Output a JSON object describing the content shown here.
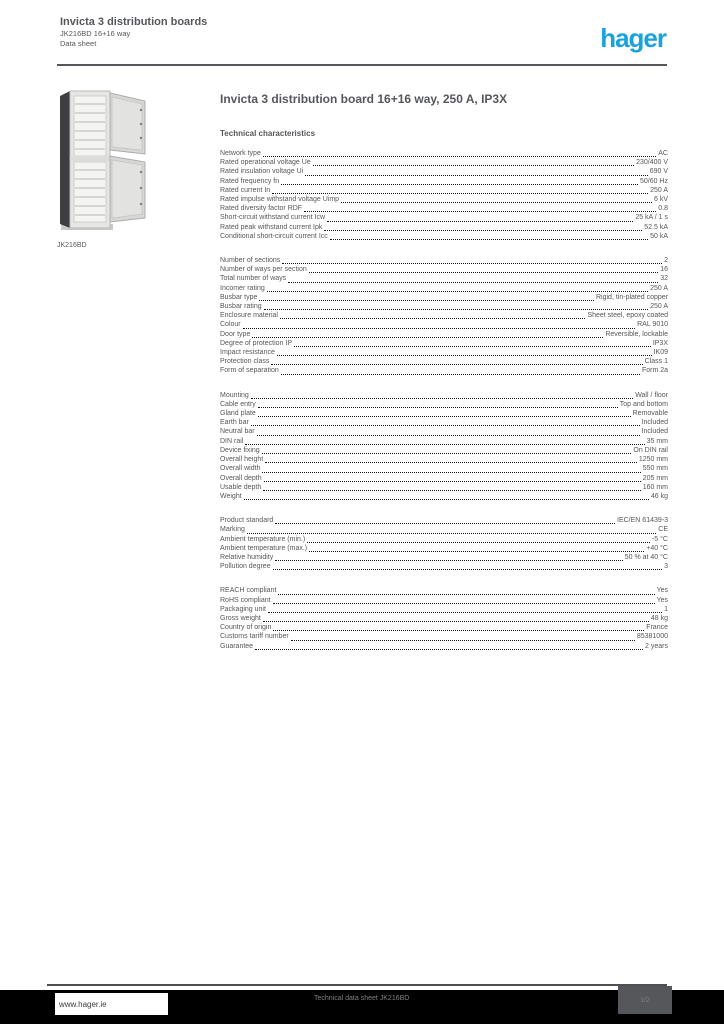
{
  "header": {
    "line1": "Invicta 3 distribution boards",
    "line2": "JK216BD 16+16 way",
    "line3": "Data sheet",
    "brand": "hager",
    "brand_color": "#19a3dd"
  },
  "product_image": {
    "caption": "JK216BD",
    "description": "two-door steel distribution board, doors open"
  },
  "main": {
    "title": "Invicta 3 distribution board 16+16 way, 250 A, IP3X",
    "section_header": "Technical characteristics"
  },
  "spec_sections": [
    {
      "rows": [
        {
          "label": "Network type",
          "value": "AC"
        },
        {
          "label": "Rated operational voltage Ue",
          "value": "230/400 V"
        },
        {
          "label": "Rated insulation voltage Ui",
          "value": "690 V"
        },
        {
          "label": "Rated frequency fn",
          "value": "50/60 Hz"
        },
        {
          "label": "Rated current In",
          "value": "250 A"
        },
        {
          "label": "Rated impulse withstand voltage Uimp",
          "value": "6 kV"
        },
        {
          "label": "Rated diversity factor RDF",
          "value": "0.8"
        },
        {
          "label": "Short-circuit withstand current Icw",
          "value": "25 kA / 1 s"
        },
        {
          "label": "Rated peak withstand current Ipk",
          "value": "52.5 kA"
        },
        {
          "label": "Conditional short-circuit current Icc",
          "value": "50 kA"
        }
      ]
    },
    {
      "rows": [
        {
          "label": "Number of sections",
          "value": "2"
        },
        {
          "label": "Number of ways per section",
          "value": "16"
        },
        {
          "label": "Total number of ways",
          "value": "32"
        },
        {
          "label": "Incomer rating",
          "value": "250 A"
        },
        {
          "label": "Busbar type",
          "value": "Rigid, tin-plated copper"
        },
        {
          "label": "Busbar rating",
          "value": "250 A"
        },
        {
          "label": "Enclosure material",
          "value": "Sheet steel, epoxy coated"
        },
        {
          "label": "Colour",
          "value": "RAL 9010"
        },
        {
          "label": "Door type",
          "value": "Reversible, lockable"
        },
        {
          "label": "Degree of protection IP",
          "value": "IP3X"
        },
        {
          "label": "Impact resistance",
          "value": "IK09"
        },
        {
          "label": "Protection class",
          "value": "Class 1"
        },
        {
          "label": "Form of separation",
          "value": "Form 2a"
        }
      ]
    },
    {
      "rows": [
        {
          "label": "Mounting",
          "value": "Wall / floor"
        },
        {
          "label": "Cable entry",
          "value": "Top and bottom"
        },
        {
          "label": "Gland plate",
          "value": "Removable"
        },
        {
          "label": "Earth bar",
          "value": "Included"
        },
        {
          "label": "Neutral bar",
          "value": "Included"
        },
        {
          "label": "DIN rail",
          "value": "35 mm"
        },
        {
          "label": "Device fixing",
          "value": "On DIN rail"
        },
        {
          "label": "Overall height",
          "value": "1250 mm"
        },
        {
          "label": "Overall width",
          "value": "550 mm"
        },
        {
          "label": "Overall depth",
          "value": "205 mm"
        },
        {
          "label": "Usable depth",
          "value": "160 mm"
        },
        {
          "label": "Weight",
          "value": "46 kg"
        }
      ]
    },
    {
      "rows": [
        {
          "label": "Product standard",
          "value": "IEC/EN 61439-3"
        },
        {
          "label": "Marking",
          "value": "CE"
        },
        {
          "label": "Ambient temperature (min.)",
          "value": "-5 °C"
        },
        {
          "label": "Ambient temperature (max.)",
          "value": "+40 °C"
        },
        {
          "label": "Relative humidity",
          "value": "50 % at 40 °C"
        },
        {
          "label": "Pollution degree",
          "value": "3"
        }
      ]
    },
    {
      "rows": [
        {
          "label": "REACH compliant",
          "value": "Yes"
        },
        {
          "label": "RoHS compliant",
          "value": "Yes"
        },
        {
          "label": "Packaging unit",
          "value": "1"
        },
        {
          "label": "Gross weight",
          "value": "48 kg"
        },
        {
          "label": "Country of origin",
          "value": "France"
        },
        {
          "label": "Customs tariff number",
          "value": "85381000"
        },
        {
          "label": "Guarantee",
          "value": "2 years"
        }
      ]
    }
  ],
  "footer": {
    "url": "www.hager.ie",
    "center_text": "Technical data sheet JK216BD",
    "page_label": "1/2"
  }
}
